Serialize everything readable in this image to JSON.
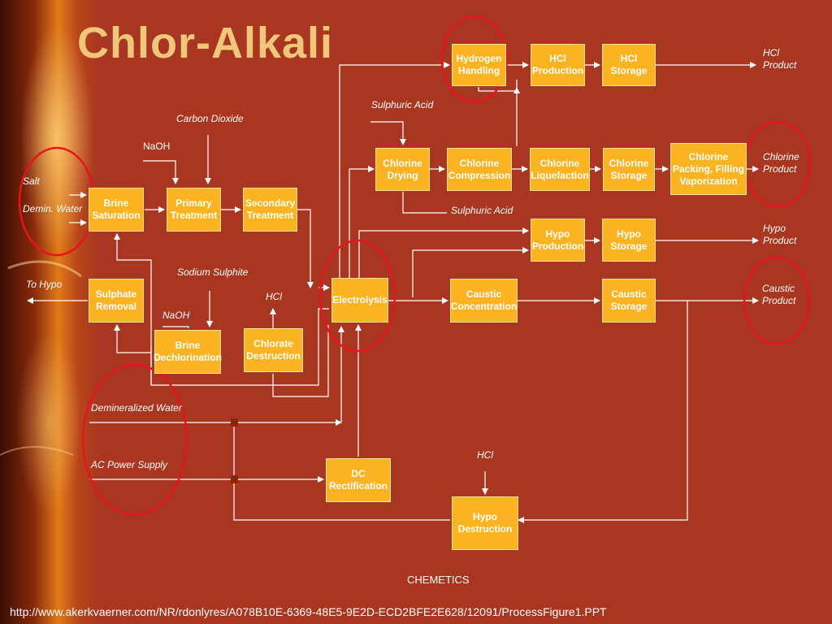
{
  "title": "Chlor-Alkali",
  "boxes": {
    "hydrogen_handling": "Hydrogen\nHandling",
    "hcl_production": "HCl\nProduction",
    "hcl_storage": "HCl\nStorage",
    "chlorine_drying": "Chlorine\nDrying",
    "chlorine_compression": "Chlorine\nCompression",
    "chlorine_liquefaction": "Chlorine\nLiquefaction",
    "chlorine_storage": "Chlorine\nStorage",
    "chlorine_packing": "Chlorine\nPacking, Filling\nVaporization",
    "brine_saturation": "Brine\nSaturation",
    "primary_treatment": "Primary\nTreatment",
    "secondary_treatment": "Secondary\nTreatment",
    "hypo_production": "Hypo\nProduction",
    "hypo_storage": "Hypo\nStorage",
    "electrolysis": "Electrolysis",
    "caustic_concentration": "Caustic\nConcentration",
    "caustic_storage": "Caustic\nStorage",
    "sulphate_removal": "Sulphate\nRemoval",
    "brine_dechlorination": "Brine\nDechlorination",
    "chlorate_destruction": "Chlorate\nDestruction",
    "dc_rectification": "DC\nRectification",
    "hypo_destruction": "Hypo\nDestruction"
  },
  "labels": {
    "hcl_product": "HCl\nProduct",
    "chlorine_product": "Chlorine\nProduct",
    "hypo_product": "Hypo\nProduct",
    "caustic_product": "Caustic\nProduct",
    "sulphuric_acid_top": "Sulphuric Acid",
    "sulphuric_acid_bottom": "Sulphuric Acid",
    "carbon_dioxide": "Carbon Dioxide",
    "naoh_top": "NaOH",
    "salt": "Salt",
    "demin_water": "Demin. Water",
    "sodium_sulphite": "Sodium Sulphite",
    "to_hypo": "To Hypo",
    "hcl_mid": "HCl",
    "naoh_mid": "NaOH",
    "demineralized_water": "Demineralized Water",
    "ac_power_supply": "AC Power Supply",
    "hcl_bottom": "HCl"
  },
  "footer": "CHEMETICS",
  "source_url": "http://www.akerkvaerner.com/NR/rdonlyres/A078B10E-6369-48E5-9E2D-ECD2BFE2E628/12091/ProcessFigure1.PPT",
  "colors": {
    "background": "#a83620",
    "box_fill": "#fbb321",
    "title": "#f0c77a",
    "highlight_circle": "#e8141c"
  }
}
